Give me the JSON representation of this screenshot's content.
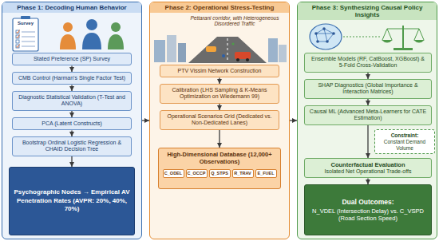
{
  "diagram": {
    "nodes": [
      {
        "text": [
          "Phase 1: Decoding Human Behavior"
        ]
      },
      {
        "text": [
          "Stated Preference (SP) Survey"
        ],
        "in": 0
      },
      {
        "text": [
          "CMB Control (Harman's Single Factor Test)"
        ],
        "in": 0
      },
      {
        "text": [
          "Diagnostic Statistical Validation (T-Test and ANOVA)"
        ],
        "in": 0
      },
      {
        "text": [
          "PCA (Latent Constructs)"
        ],
        "in": 0
      },
      {
        "text": [
          "Bootstrap Ordinal Logistic Regression & CHAID Decision Tree"
        ],
        "in": 0
      },
      {
        "text": [
          "Psychographic Nodes → Empirical AV Penetration Rates (AVPR: 20%, 40%, 70%)"
        ],
        "in": 0
      },
      {
        "text": [
          "Phase 2: Operational Stress-Testing"
        ]
      },
      {
        "text": [
          "PTV Vissim Network Construction"
        ],
        "in": 7
      },
      {
        "text": [
          "Calibration (LHS Sampling & K-Means Optimization on Wiedemann 99)"
        ],
        "in": 7
      },
      {
        "text": [
          "Operational Scenarios Grid (Dedicated vs. Non-Dedicated Lanes)"
        ],
        "in": 7
      },
      {
        "text": [
          "High-Dimensional Database (12,000+ Observations)"
        ],
        "in": 7
      },
      {
        "text": [
          "C_ODEL"
        ],
        "in": 11
      },
      {
        "text": [
          "C_OCCP"
        ],
        "in": 11
      },
      {
        "text": [
          "Q_STPS"
        ],
        "in": 11
      },
      {
        "text": [
          "R_TRAV"
        ],
        "in": 11
      },
      {
        "text": [
          "E_FUEL"
        ],
        "in": 11
      },
      {
        "text": [
          "Phase 3: Synthesizing Causal Policy Insights"
        ]
      },
      {
        "text": [
          "Ensemble Models (RF, CatBoost, XGBoost) & 5-Fold Cross-Validation"
        ],
        "in": 17
      },
      {
        "text": [
          "SHAP Diagnostics (Global Importance & Interaction Matrices)"
        ],
        "in": 17
      },
      {
        "text": [
          "Causal ML (Advanced Meta-Learners for CATE Estimation)"
        ],
        "in": 17
      },
      {
        "text": [
          "Constraint:",
          "Constant Demand Volume"
        ],
        "in": 17
      },
      {
        "text": [
          "Counterfactual Evaluation",
          "Isolated Net Operational Trade-offs"
        ],
        "in": 17
      },
      {
        "text": [
          "Dual Outcomes:",
          "N_VDEL (Intersection Delay) vs. C_VSPD (Road Section Speed)"
        ],
        "in": 17
      }
    ],
    "edges": [
      {
        "from": 1,
        "to": 2,
        "arrow": "to"
      },
      {
        "from": 2,
        "to": 3,
        "arrow": "to"
      },
      {
        "from": 3,
        "to": 4,
        "arrow": "to"
      },
      {
        "from": 4,
        "to": 5,
        "arrow": "to"
      },
      {
        "from": 5,
        "to": 6,
        "arrow": "to"
      },
      {
        "from": 0,
        "to": 7,
        "arrow": "to"
      },
      {
        "from": 8,
        "to": 9,
        "arrow": "to"
      },
      {
        "from": 9,
        "to": 10,
        "arrow": "to"
      },
      {
        "from": 10,
        "to": 11,
        "arrow": "to"
      },
      {
        "from": 7,
        "to": 17,
        "arrow": "to"
      },
      {
        "from": 18,
        "to": 19,
        "arrow": "to"
      },
      {
        "from": 19,
        "to": 20,
        "arrow": "to"
      },
      {
        "from": 20,
        "to": 22,
        "arrow": "to"
      },
      {
        "from": 22,
        "to": 23,
        "arrow": "to"
      }
    ],
    "labels": [
      "Survey",
      "Pettarani corridor, with Heterogeneous Disordered Traffic"
    ]
  }
}
